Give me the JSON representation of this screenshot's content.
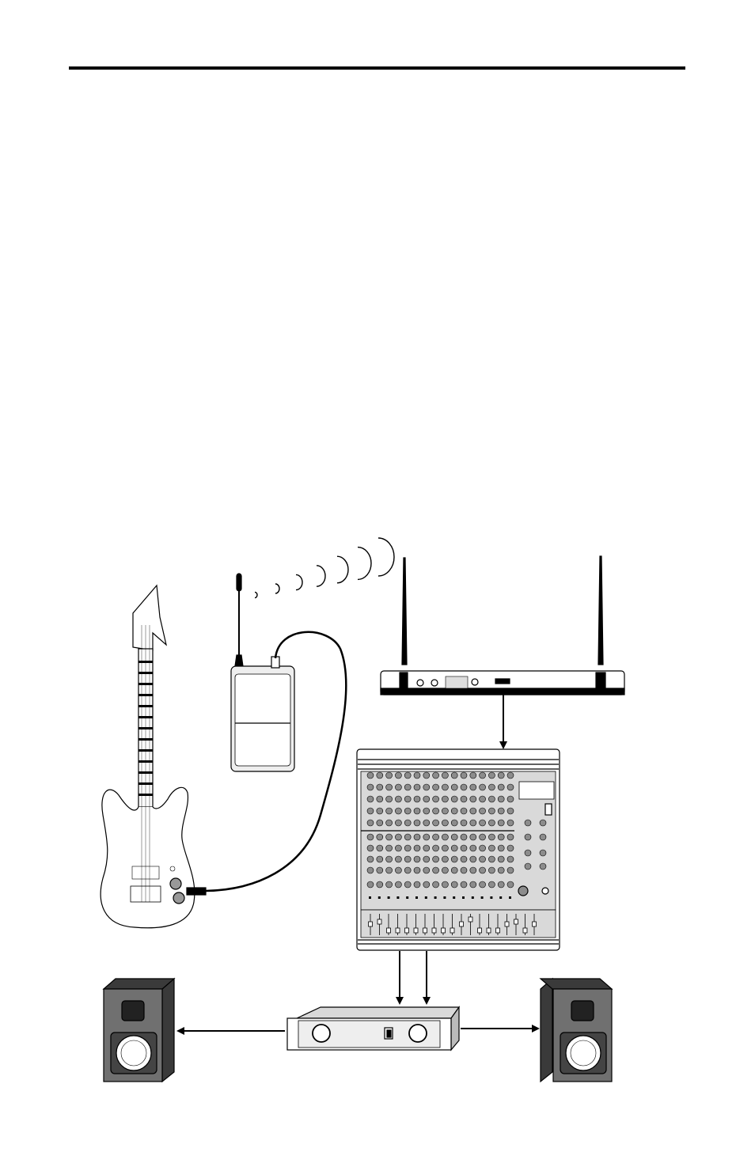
{
  "colors": {
    "line": "#000000",
    "panel": "#d9d9d9",
    "knob": "#8c8c8c",
    "speaker_side": "#3a3a3a",
    "speaker_front": "#707070"
  },
  "icons": [
    "electric-guitar",
    "bodypack-transmitter",
    "radio-waves",
    "wireless-receiver",
    "mixing-console",
    "power-amplifier",
    "loudspeaker"
  ]
}
